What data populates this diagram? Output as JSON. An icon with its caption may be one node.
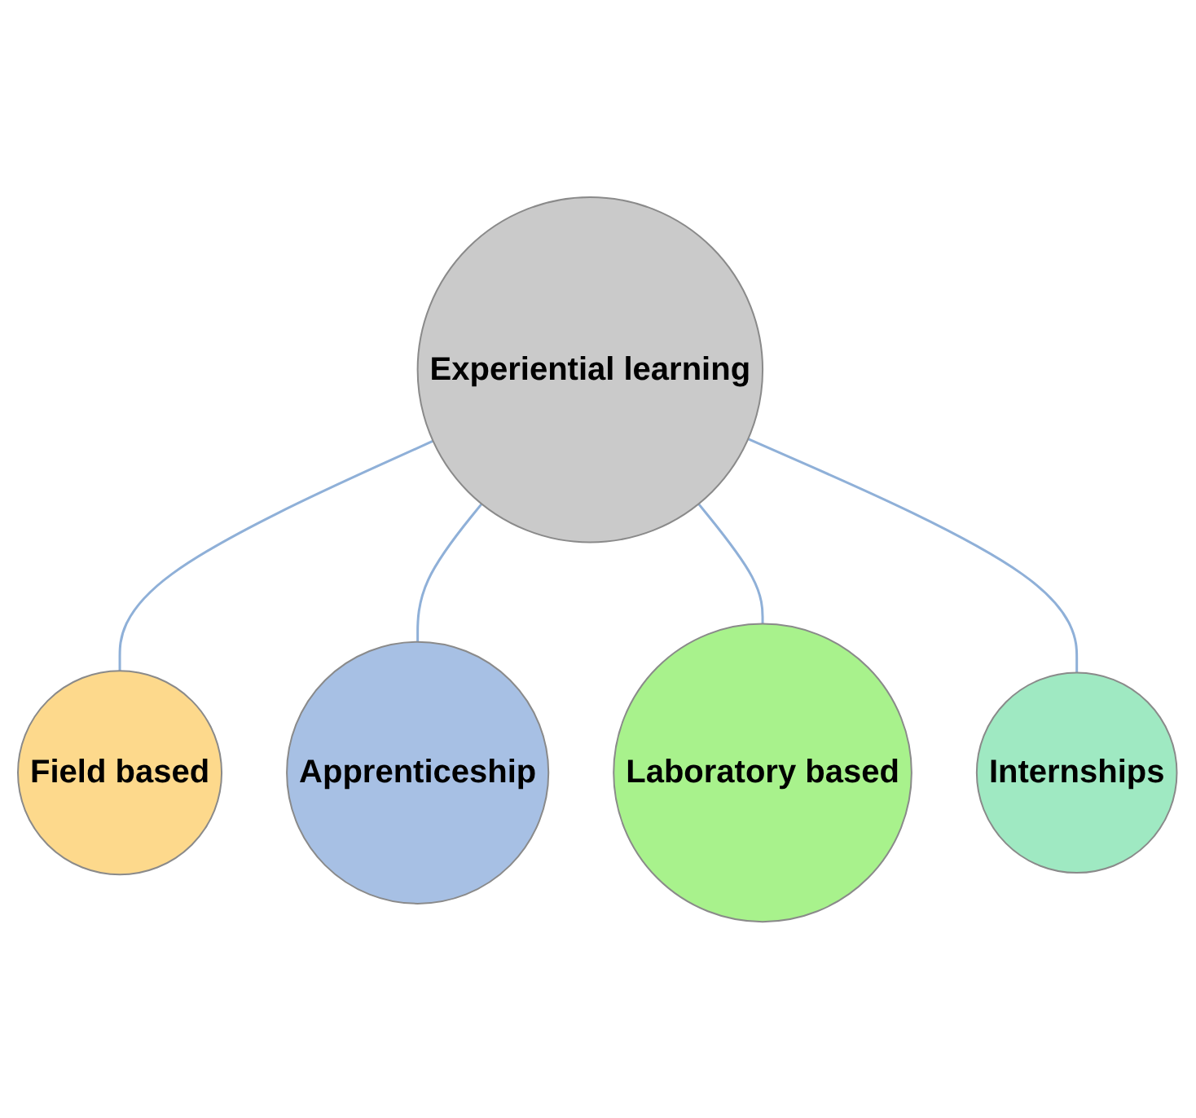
{
  "diagram": {
    "nodes": [
      {
        "text": [
          "Field based"
        ]
      },
      {
        "text": [
          "Apprenticeship"
        ]
      },
      {
        "text": [
          "Experiential learning"
        ]
      },
      {
        "text": [
          "Laboratory based"
        ]
      },
      {
        "text": [
          "Internships"
        ]
      }
    ],
    "edges": [
      {
        "from": 2,
        "to": 0,
        "arrow": "none"
      },
      {
        "from": 2,
        "to": 1,
        "arrow": "none"
      },
      {
        "from": 2,
        "to": 3,
        "arrow": "none"
      },
      {
        "from": 2,
        "to": 4,
        "arrow": "none"
      }
    ]
  }
}
